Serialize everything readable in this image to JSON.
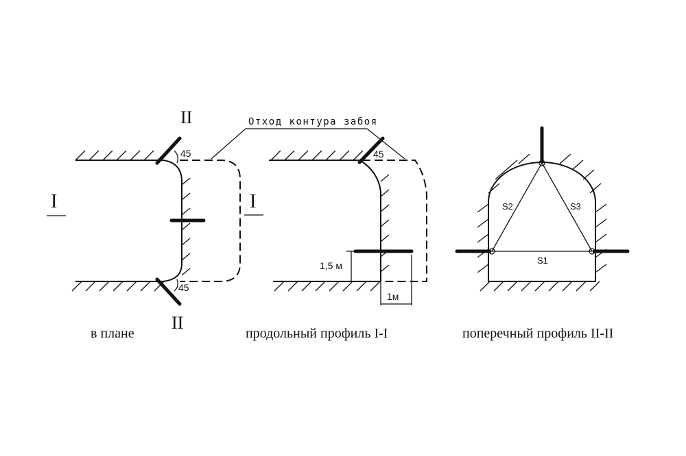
{
  "annotation": "Отход контура забоя",
  "plan": {
    "caption": "в плане",
    "section_top": "II",
    "section_bottom": "II",
    "section_left": "I",
    "section_right": "I",
    "angle_top": "45",
    "angle_bottom": "45"
  },
  "longitudinal": {
    "caption": "продольный профиль I-I",
    "angle": "45",
    "height_dim": "1,5 м",
    "width_dim": "1м"
  },
  "cross": {
    "caption": "поперечный профиль II-II",
    "labels": [
      "S1",
      "S2",
      "S3"
    ]
  }
}
